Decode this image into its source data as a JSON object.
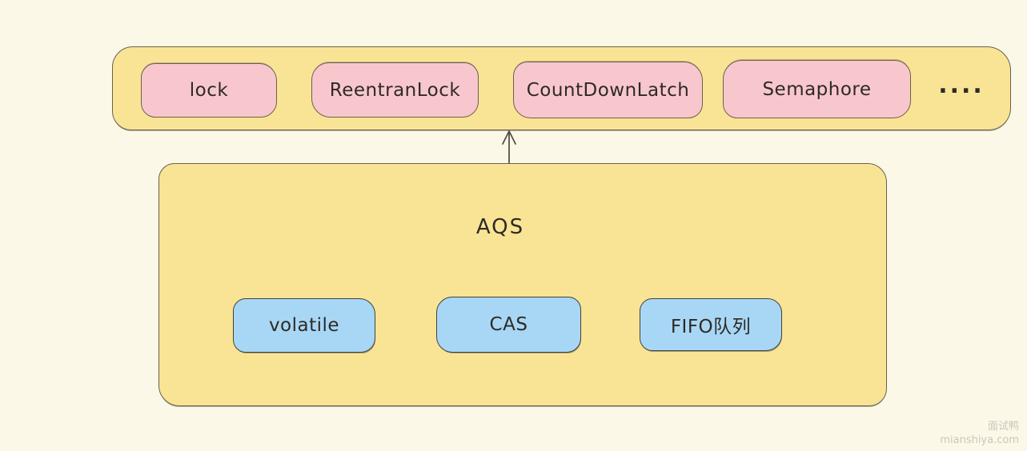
{
  "top_bar": {
    "items": [
      {
        "label": "lock"
      },
      {
        "label": "ReentranLock"
      },
      {
        "label": "CountDownLatch"
      },
      {
        "label": "Semaphore"
      }
    ],
    "more_label": "...."
  },
  "aqs": {
    "title": "AQS",
    "items": [
      {
        "label": "volatile"
      },
      {
        "label": "CAS"
      },
      {
        "label": "FIFO队列"
      }
    ]
  },
  "watermark": {
    "title": "面试鸭",
    "site": "mianshiya.com"
  },
  "colors": {
    "background": "#FCF8E8",
    "yellow_fill": "#F8E494",
    "pink_fill": "#F8C7CD",
    "blue_fill": "#A8D7F6",
    "stroke": "#6B604F",
    "blue_stroke": "#43413A",
    "arrow": "#55514A",
    "text": "#2E2A24",
    "watermark": "#C9C6BC"
  }
}
